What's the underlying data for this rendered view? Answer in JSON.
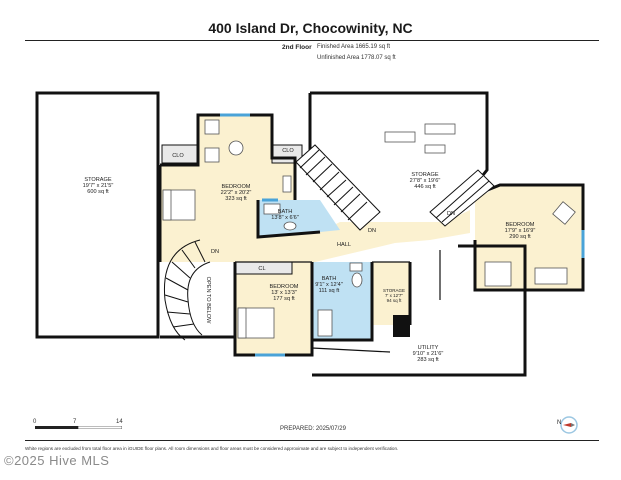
{
  "title": "400 Island Dr, Chocowinity, NC",
  "floor": {
    "label": "2nd Floor",
    "finished": "Finished Area 1665.19 sq ft",
    "unfinished": "Unfinished Area 1778.07 sq ft"
  },
  "rooms": {
    "storage_left": {
      "name": "STORAGE",
      "dims": "19'7\" x 21'5\"",
      "area": "600 sq ft"
    },
    "bedroom_main": {
      "name": "BEDROOM",
      "dims": "22'2\" x 20'2\"",
      "area": "323 sq ft"
    },
    "bath_main": {
      "name": "BATH",
      "dims": "13'8\" x 6'6\""
    },
    "storage_center": {
      "name": "STORAGE",
      "dims": "27'8\" x 19'6\"",
      "area": "446 sq ft"
    },
    "bedroom_right": {
      "name": "BEDROOM",
      "dims": "17'9\" x 16'9\"",
      "area": "290 sq ft"
    },
    "hall": {
      "name": "HALL"
    },
    "bedroom_small": {
      "name": "BEDROOM",
      "dims": "13' x 13'3\"",
      "area": "177 sq ft"
    },
    "bath_small": {
      "name": "BATH",
      "dims": "9'1\" x 12'4\"",
      "area": "111 sq ft"
    },
    "storage_small": {
      "name": "STORAGE",
      "dims": "7' x 12'7\"",
      "area": "94 sq ft"
    },
    "utility": {
      "name": "UTILITY",
      "dims": "9'10\" x 21'6\"",
      "area": "283 sq ft"
    }
  },
  "labels": {
    "clo_left": "CLO",
    "clo_right": "CLO",
    "cl_small": "CL",
    "open_to_below": "OPEN TO BELOW",
    "dn_curved": "DN",
    "dn_stair_left": "DN",
    "dn_stair_right": "DN"
  },
  "scale": {
    "zero": "0",
    "seven": "7",
    "fourteen": "14"
  },
  "prepared": "PREPARED: 2025/07/29",
  "disclaimer": "White regions are excluded from total floor area in iGUIDE floor plans. All room dimensions and floor areas must be considered approximate and are subject to independent verification.",
  "watermark": "©2025 Hive MLS",
  "compass": {
    "label": "N",
    "icon": "compass-icon"
  },
  "colors": {
    "finished_fill": "#fbf1d0",
    "bath_fill": "#bfe1f3",
    "wall": "#111111",
    "window": "#4aa3d8",
    "closet_fill": "#e9e9e9"
  }
}
